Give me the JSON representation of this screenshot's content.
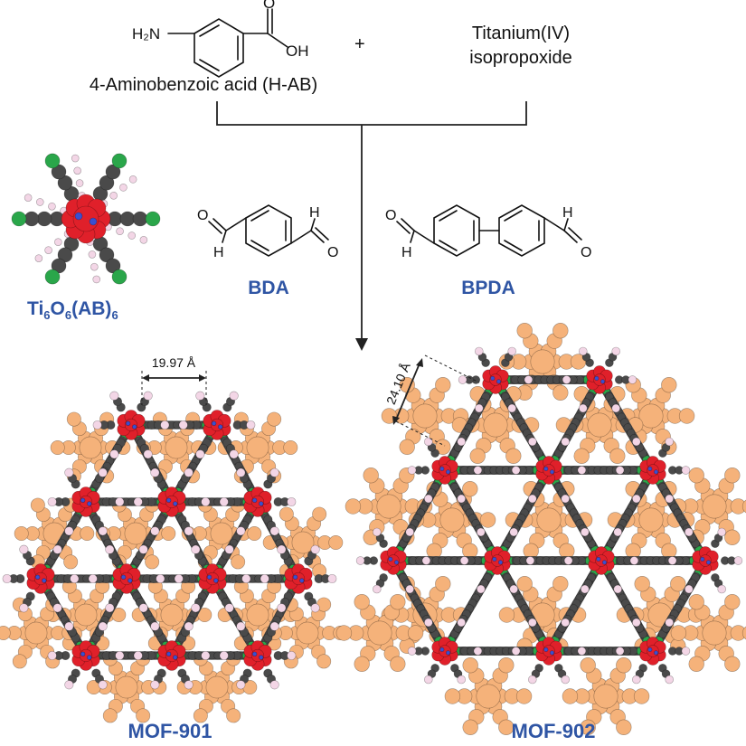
{
  "reagents": {
    "h2n_label": "H₂N",
    "o_label": "O",
    "oh_label": "OH",
    "plus": "+",
    "aminobenzoic_name": "4-Aminobenzoic acid (H-AB)",
    "titanium_line1": "Titanium(IV)",
    "titanium_line2": "isopropoxide"
  },
  "cluster": {
    "label_parts": [
      "Ti",
      "6",
      "O",
      "6",
      "(AB)",
      "6"
    ]
  },
  "linkers": {
    "bda_name": "BDA",
    "bpda_name": "BPDA",
    "o_label": "O",
    "h_label": "H"
  },
  "mof901": {
    "name": "MOF-901",
    "distance": "19.97 Å"
  },
  "mof902": {
    "name": "MOF-902",
    "distance": "24.10 Å"
  },
  "colors": {
    "label_blue": "#2f55a4",
    "oxygen_red": "#e0202a",
    "carbon_gray": "#4a4a4a",
    "chlorine_green": "#2aa64a",
    "hydrogen_pink": "#f3d6e6",
    "nitrogen_blue": "#3a4fd0",
    "background_orange": "#f5b27a"
  }
}
